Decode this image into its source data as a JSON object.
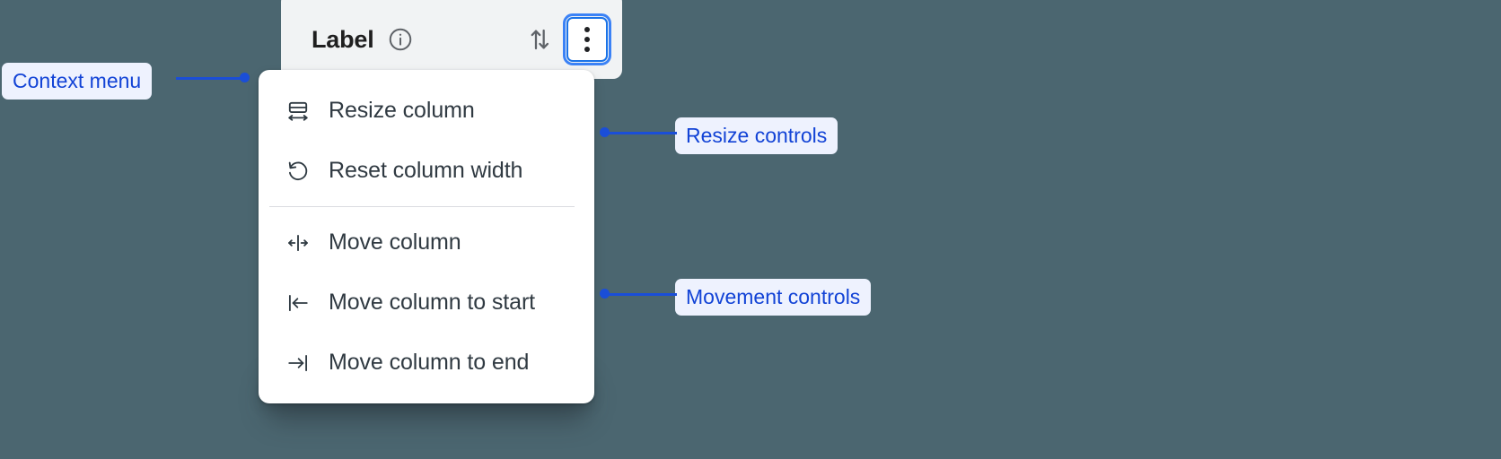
{
  "background_color": "#4b6670",
  "accent_color": "#1a4ed8",
  "header": {
    "label": "Label",
    "info_icon": "info-circle-icon",
    "sort_icon": "sort-up-down-icon",
    "menu_icon": "kebab-menu-icon",
    "background_color": "#f1f3f4",
    "focus_ring_color": "#3b82f6"
  },
  "context_menu": {
    "groups": [
      {
        "name": "resize",
        "items": [
          {
            "icon": "resize-column-icon",
            "label": "Resize column"
          },
          {
            "icon": "reset-width-icon",
            "label": "Reset column width"
          }
        ]
      },
      {
        "name": "movement",
        "items": [
          {
            "icon": "move-column-icon",
            "label": "Move column"
          },
          {
            "icon": "move-to-start-icon",
            "label": "Move column to start"
          },
          {
            "icon": "move-to-end-icon",
            "label": "Move column to end"
          }
        ]
      }
    ]
  },
  "annotations": [
    {
      "id": "context",
      "label": "Context menu"
    },
    {
      "id": "resize",
      "label": "Resize controls"
    },
    {
      "id": "movement",
      "label": "Movement controls"
    }
  ]
}
